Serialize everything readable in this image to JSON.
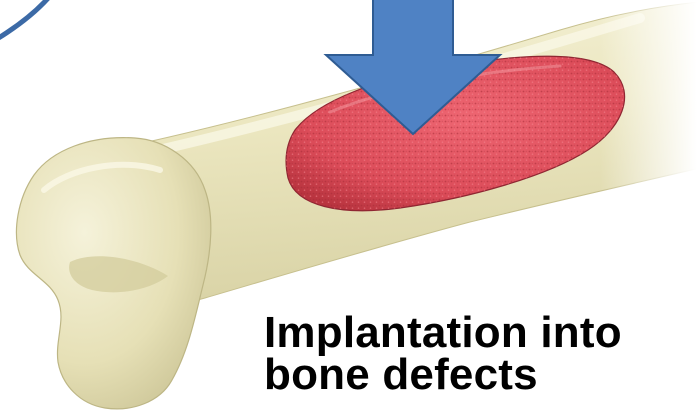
{
  "caption": {
    "line1": "Implantation into",
    "line2": "bone defects"
  },
  "illustration": {
    "subject": "femur-bone-with-implant",
    "colors": {
      "bone": "#eeeac3",
      "bone_shadow": "#cfc99a",
      "implant": "#e0525e",
      "implant_dark": "#a8303c",
      "arrow_fill": "#4f82c4",
      "arrow_stroke": "#2f5c93",
      "circle_stroke": "#3c6aa6"
    }
  }
}
